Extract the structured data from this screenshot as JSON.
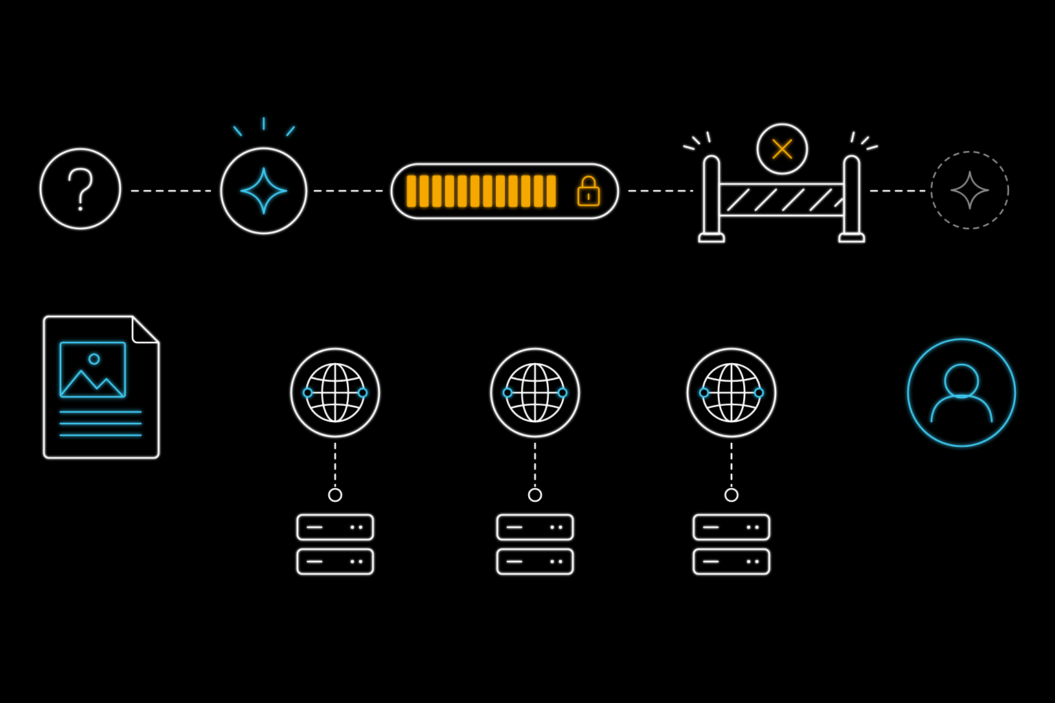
{
  "colors": {
    "background": "#000000",
    "line": "#ffffff",
    "accent_cyan": "#3cc8f0",
    "accent_orange": "#f5a800",
    "muted": "#8a8a8a"
  },
  "progress": {
    "filled_segments": 12,
    "total_segments": 12,
    "locked": true
  },
  "top_flow": [
    {
      "icon": "question-icon",
      "state": "unknown"
    },
    {
      "icon": "sparkle-icon",
      "state": "active"
    },
    {
      "icon": "locked-progress-bar",
      "state": "locked"
    },
    {
      "icon": "barrier-icon",
      "state": "blocked"
    },
    {
      "icon": "sparkle-icon",
      "state": "unreached"
    }
  ],
  "bottom_flow": [
    {
      "icon": "image-document-icon"
    },
    {
      "icon": "globe-icon",
      "server": "server-icon"
    },
    {
      "icon": "globe-icon",
      "server": "server-icon"
    },
    {
      "icon": "globe-icon",
      "server": "server-icon"
    },
    {
      "icon": "user-icon"
    }
  ]
}
